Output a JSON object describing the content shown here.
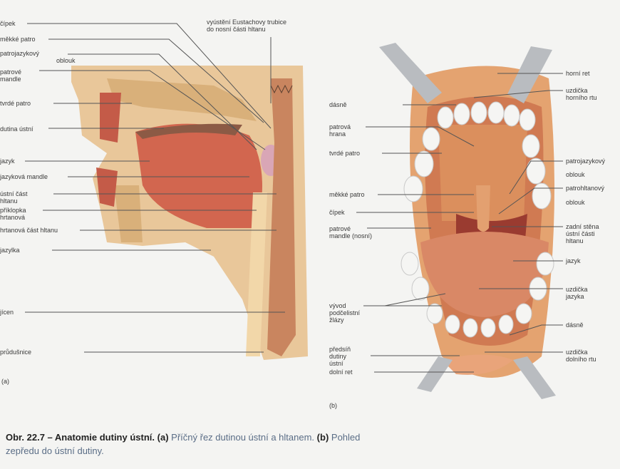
{
  "figure_a": {
    "panel_label": "(a)",
    "top_label": "vyústění Eustachovy trubice\ndo nosní části hltanu",
    "labels": [
      "čípek",
      "měkké patro",
      "patrojazykový",
      "oblouk",
      "patrové\nmandle",
      "tvrdé patro",
      "dutina ústní",
      "jazyk",
      "jazyková mandle",
      "ústní část\nhltanu",
      "příklopka\nhrtanová",
      "hrtanová část hltanu",
      "jazylka",
      "jícen",
      "průdušnice"
    ]
  },
  "figure_b": {
    "panel_label": "(b)",
    "left_labels": [
      "dásně",
      "patrová\nhrana",
      "tvrdé patro",
      "měkké patro",
      "čípek",
      "patrové\nmandle (nosní)",
      "vývod\npodčelistní\nžlázy",
      "předsíň\ndutiny\nústní",
      "dolní ret"
    ],
    "right_labels": [
      "horní ret",
      "uzdička\nhorního rtu",
      "patrojazykový",
      "oblouk",
      "patrohltanový",
      "oblouk",
      "zadní stěna\nústní části\nhltanu",
      "jazyk",
      "uzdička\njazyka",
      "dásně",
      "uzdička\ndolního rtu"
    ]
  },
  "caption": {
    "number": "Obr. 22.7 – Anatomie dutiny ústní.",
    "a_tag": "(a)",
    "a_text": "Příčný řez dutinou ústní a hltanem.",
    "b_tag": "(b)",
    "b_text": "Pohled zepředu do ústní dutiny."
  }
}
